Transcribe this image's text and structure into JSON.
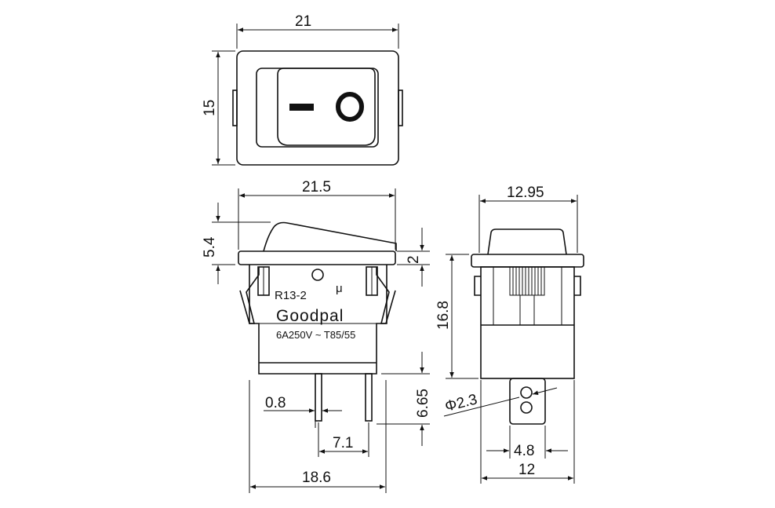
{
  "top_view": {
    "width": "21",
    "height": "15",
    "symbol_off": "O",
    "symbol_on": "I"
  },
  "front_view": {
    "width": "21.5",
    "rocker_height": "5.4",
    "flange": "2",
    "model": "R13-2",
    "mu_mark": "μ",
    "brand": "Goodpal",
    "rating": "6A250V ~ T85/55",
    "terminal_length": "6.65",
    "terminal_thickness": "0.8",
    "terminal_pitch": "7.1",
    "base_width": "18.6"
  },
  "side_view": {
    "width": "12.95",
    "body_height": "16.8",
    "hole_diameter": "Φ2.3",
    "terminal_width": "4.8",
    "base_width": "12"
  },
  "colors": {
    "line": "#111111",
    "background": "#ffffff"
  }
}
